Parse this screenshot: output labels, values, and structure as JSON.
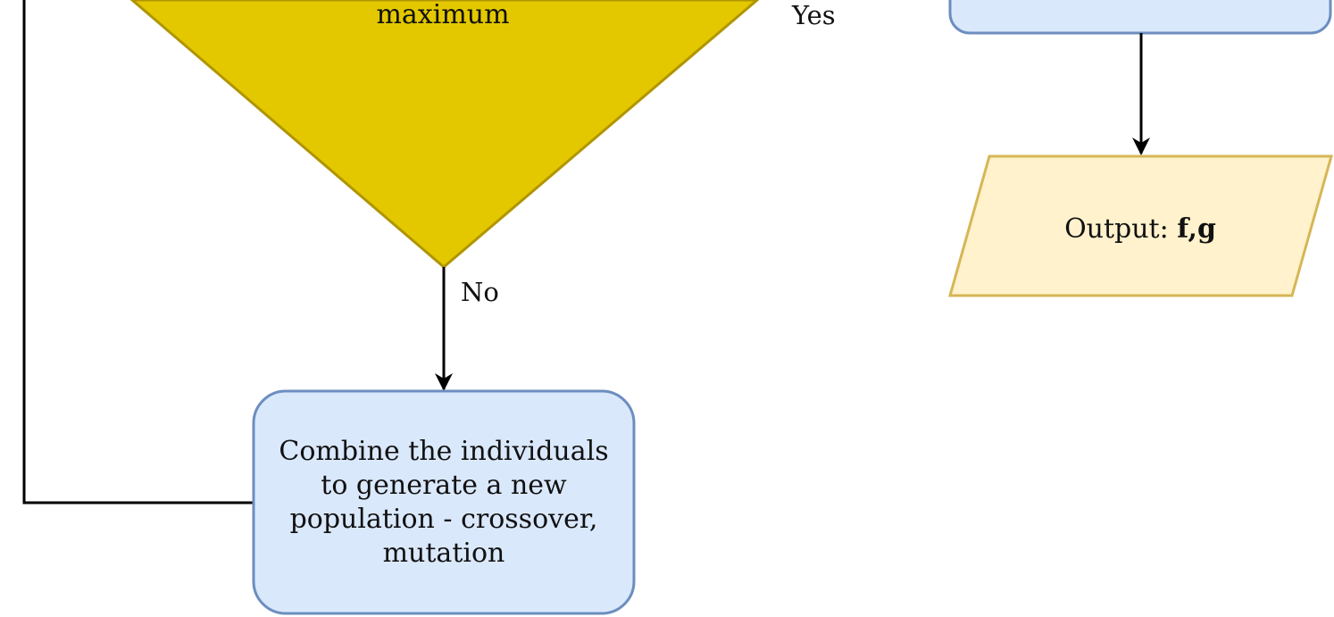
{
  "diagram": {
    "decision": {
      "text": "maximum",
      "fill": "#e3c800",
      "stroke": "#b09500"
    },
    "edges": {
      "yes_label": "Yes",
      "no_label": "No"
    },
    "process_box": {
      "lines": [
        "Combine the individuals",
        "to generate a new",
        "population - crossover,",
        "mutation"
      ],
      "fill": "#dae8fc",
      "stroke": "#6c8ebf"
    },
    "top_right_box": {
      "fill": "#dae8fc",
      "stroke": "#6c8ebf"
    },
    "output": {
      "prefix": "Output: ",
      "vars": "f,g",
      "fill": "#fff2cc",
      "stroke": "#d6b656"
    }
  }
}
